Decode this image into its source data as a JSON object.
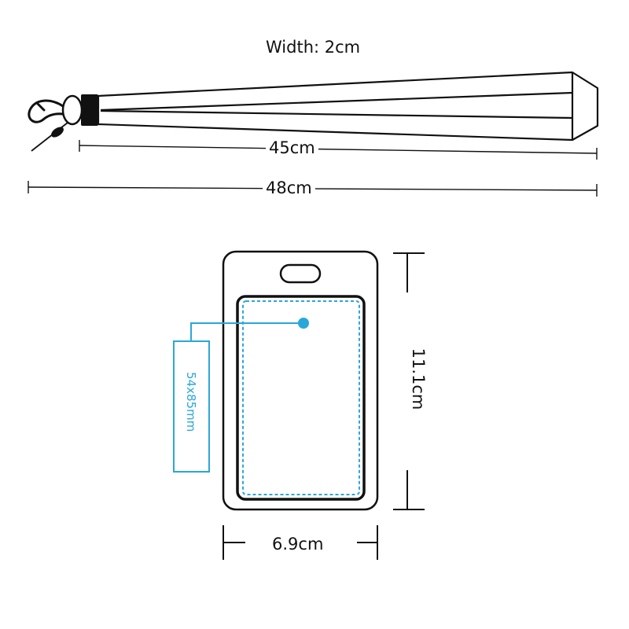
{
  "lanyard": {
    "width_label": "Width: 2cm",
    "strap_length_label": "45cm",
    "total_length_label": "48cm"
  },
  "badge_holder": {
    "height_label": "11.1cm",
    "width_label": "6.9cm",
    "card_size_label": "54x85mm"
  },
  "colors": {
    "line": "#111111",
    "accent": "#2aa7d9"
  }
}
